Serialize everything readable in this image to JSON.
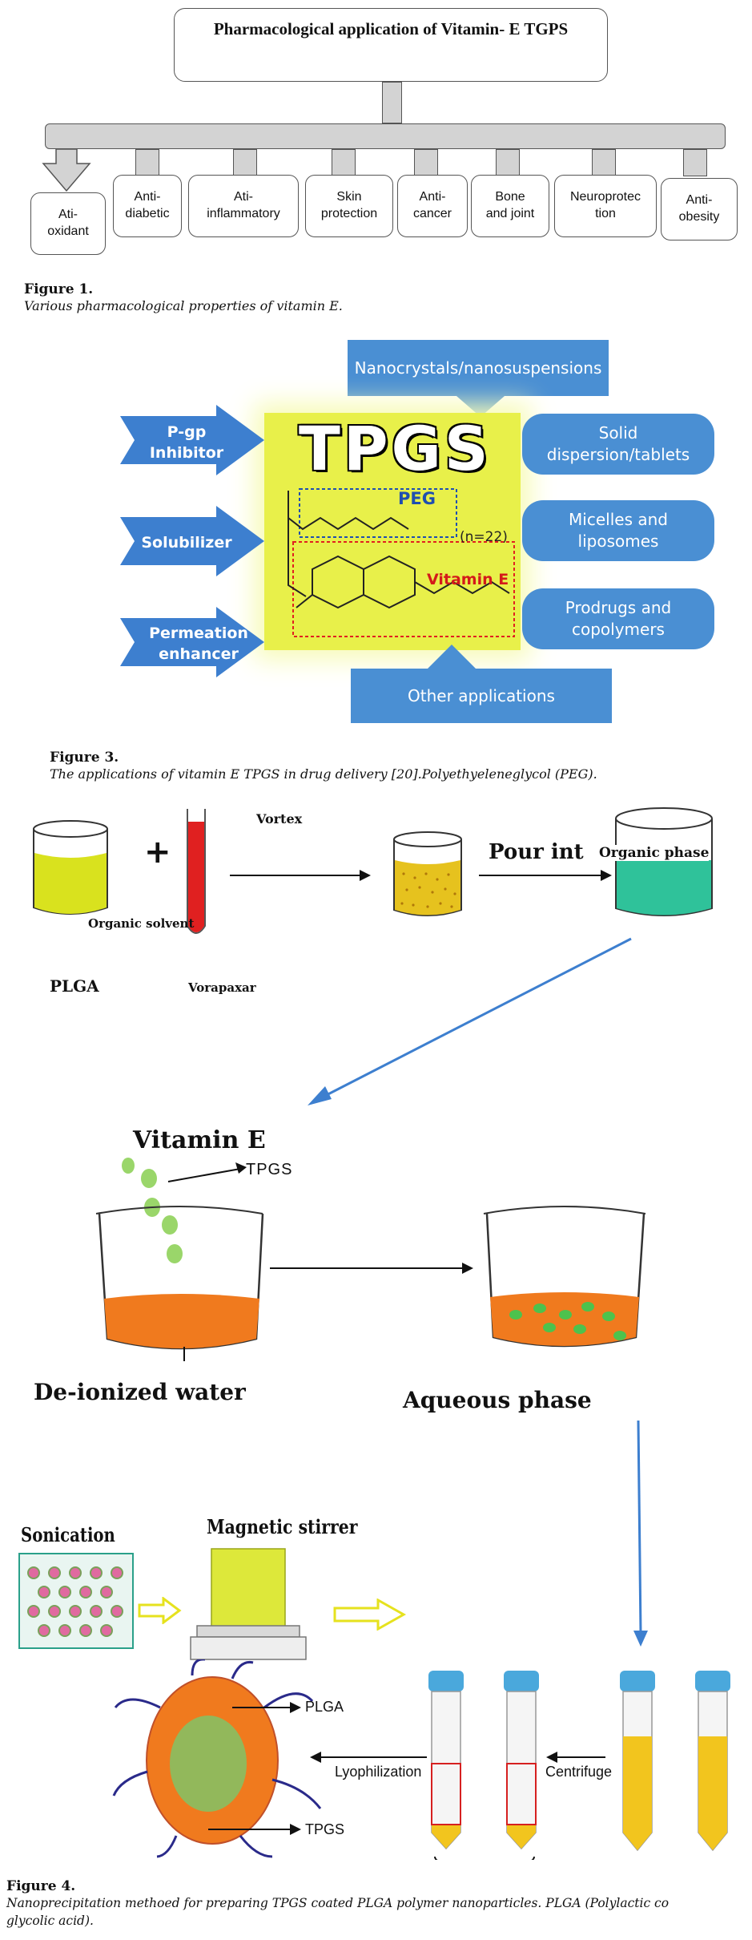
{
  "figure1": {
    "root": "Pharmacological application of Vitamin- E TGPS",
    "items": [
      "Ati-\noxidant",
      "Anti-\ndiabetic",
      "Ati-\ninflammatory",
      "Skin\nprotection",
      "Anti-\ncancer",
      "Bone\nand joint",
      "Neuroprotec\ntion",
      "Anti-\nobesity"
    ],
    "caption_label": "Figure 1.",
    "caption_text": "Various pharmacological properties of vitamin E."
  },
  "figure3": {
    "center_title": "TPGS",
    "peg_label": "PEG",
    "n_label": "(n=22)",
    "vitamin_label": "Vitamin E",
    "top_label": "Nanocrystals/nanosuspensions",
    "bottom_label": "Other applications",
    "left_arrows": [
      "P-gp\nInhibitor",
      "Solubilizer",
      "Permeation\nenhancer"
    ],
    "right_pills": [
      "Solid\ndispersion/tablets",
      "Micelles and\nliposomes",
      "Prodrugs and\ncopolymers"
    ],
    "caption_label": "Figure 3.",
    "caption_text": "The applications of vitamin E TPGS in drug delivery [20].Polyethyeleneglycol (PEG)."
  },
  "figure4": {
    "vortex": "Vortex",
    "pour": "Pour int",
    "organic_phase": "Organic phase",
    "organic_solvent": "Organic solvent",
    "plga": "PLGA",
    "vorapaxar": "Vorapaxar",
    "plus": "+",
    "vitamin_e": "Vitamin E",
    "tpgs_label": "TPGS",
    "deionized": "De-ionized water",
    "aqueous": "Aqueous phase",
    "sonication": "Sonication",
    "stirrer": "Magnetic stirrer",
    "np_plga": "PLGA",
    "np_tpgs": "TPGS",
    "lyophilization": "Lyophilization",
    "centrifuge": "Centrifuge",
    "caption_label": "Figure 4.",
    "caption_text_1": "Nanoprecipitation methoed for preparing TPGS coated PLGA polymer nanoparticles. PLGA (Polylactic co",
    "caption_text_2": "glycolic acid)."
  },
  "colors": {
    "arrow_blue": "#3d7fcf",
    "pill_blue": "#4a8fd3",
    "tpgs_yellow": "#e8f04a",
    "organic_yellow": "#d9e21e",
    "organic_green": "#2fc29a",
    "water_orange": "#f07a1e",
    "tube_red": "#e02020"
  }
}
